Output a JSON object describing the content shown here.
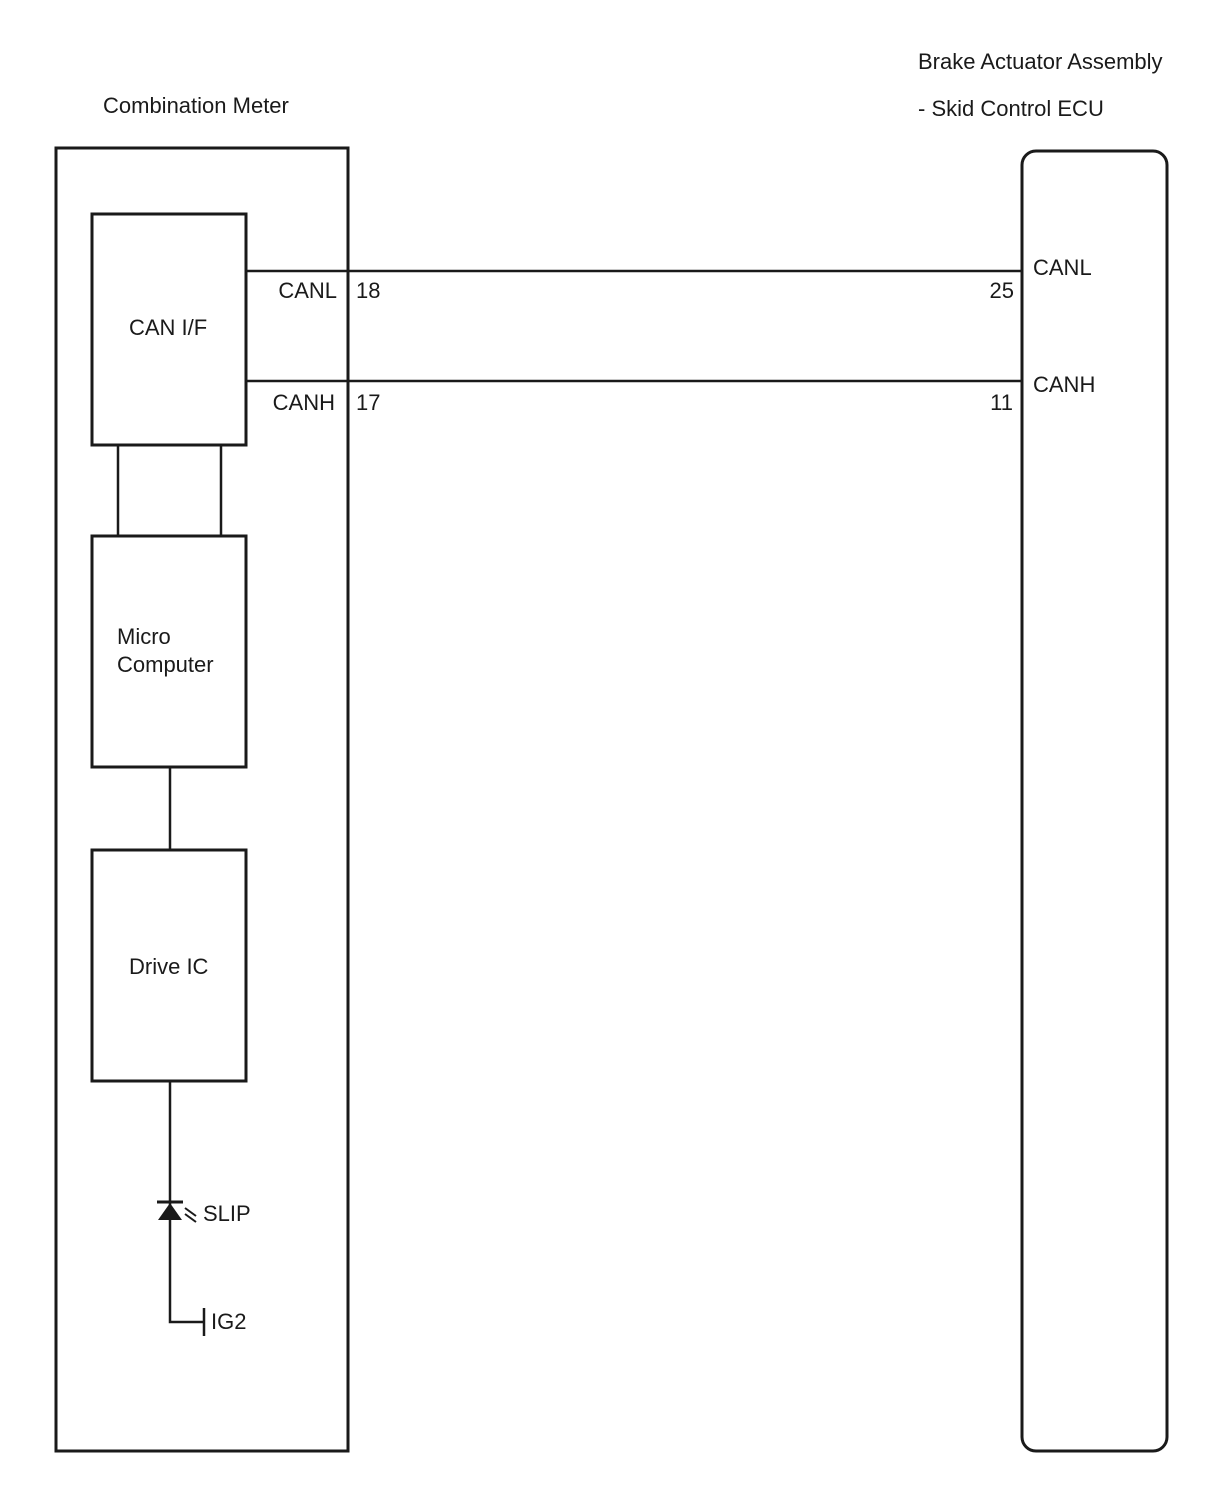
{
  "left_component": {
    "title": "Combination Meter",
    "blocks": {
      "can_if": "CAN I/F",
      "micro_line1": "Micro",
      "micro_line2": "Computer",
      "drive_ic": "Drive IC"
    },
    "led_label": "SLIP",
    "power_label": "IG2"
  },
  "right_component": {
    "title_line1": "Brake Actuator Assembly",
    "title_line2": "- Skid Control ECU"
  },
  "connections": [
    {
      "signal_left": "CANL",
      "pin_left": "18",
      "pin_right": "25",
      "signal_right": "CANL"
    },
    {
      "signal_left": "CANH",
      "pin_left": "17",
      "pin_right": "11",
      "signal_right": "CANH"
    }
  ]
}
